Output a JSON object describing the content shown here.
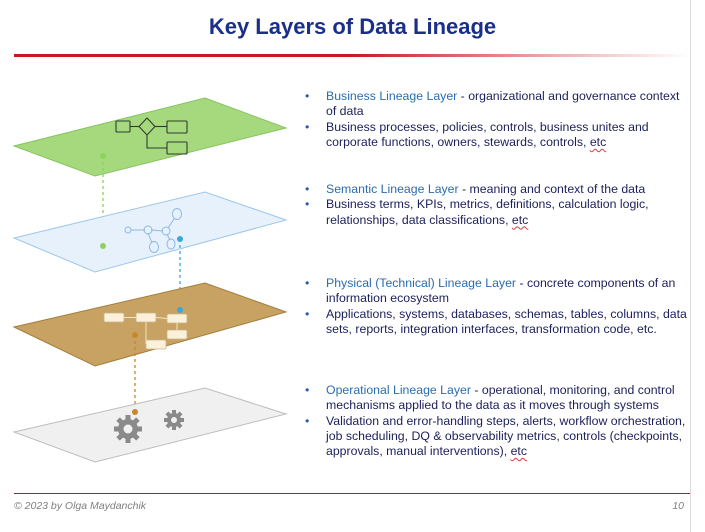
{
  "title": "Key Layers of Data Lineage",
  "colors": {
    "title": "#1a2f8a",
    "accent_rule": "#c9191e",
    "layer_name": "#2b6cb0",
    "body_text": "#1b1f5a",
    "business_plane": "#a6d97e",
    "semantic_plane": "#e7f1fb",
    "physical_plane": "#c8a262",
    "operational_plane": "#f0f0f0"
  },
  "layers": [
    {
      "id": "business",
      "name": "Business Lineage Layer",
      "summary": " - organizational and governance context of data",
      "details": "Business processes, policies, controls,  business unites and corporate functions, owners, stewards, controls, ",
      "details_end": "etc",
      "icon": "process-flow-icon"
    },
    {
      "id": "semantic",
      "name": "Semantic Lineage Layer",
      "summary": " - meaning and context of the data",
      "details": "Business terms, KPIs, metrics, definitions, calculation logic, relationships, data classifications, ",
      "details_end": "etc",
      "icon": "network-graph-icon"
    },
    {
      "id": "physical",
      "name": "Physical (Technical) Lineage Layer",
      "summary": " - concrete components of an information ecosystem",
      "details": "Applications, systems, databases, schemas, tables, columns, data sets, reports,  integration interfaces, transformation code, etc.",
      "details_end": "",
      "icon": "data-pipeline-icon"
    },
    {
      "id": "operational",
      "name": "Operational Lineage Layer",
      "summary": " - operational, monitoring, and control mechanisms applied to the data as it moves through systems",
      "details": "Validation and error-handling steps, alerts, workflow orchestration, job scheduling, DQ & observability metrics, controls (checkpoints, approvals, manual interventions), ",
      "details_end": "etc",
      "icon": "gears-icon"
    }
  ],
  "footer": {
    "copyright": "© 2023 by Olga Maydanchik",
    "page_number": "10"
  }
}
